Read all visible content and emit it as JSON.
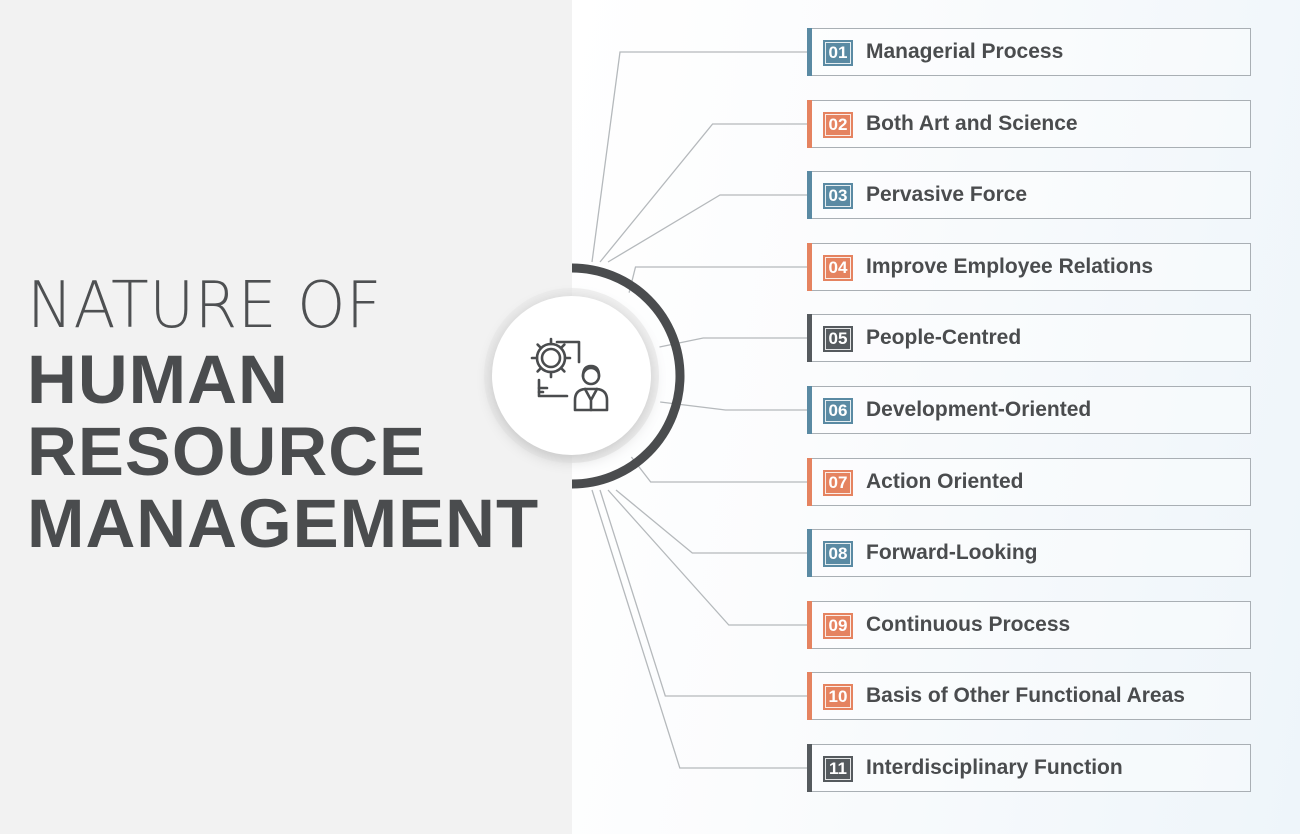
{
  "title": {
    "line1": "NATURE OF",
    "line2": "HUMAN",
    "line3": "RESOURCE",
    "line4": "MANAGEMENT"
  },
  "colors": {
    "blue": "#5a8aa3",
    "orange": "#e58360",
    "dark": "#555a5e",
    "text": "#4a4c4e",
    "left_background": "#f2f2f2",
    "ring": "#4a4c4e"
  },
  "hub": {
    "icon": "hr-management-gear-person-icon"
  },
  "items": [
    {
      "num": "01",
      "label": "Managerial Process",
      "color": "blue"
    },
    {
      "num": "02",
      "label": "Both Art and Science",
      "color": "orange"
    },
    {
      "num": "03",
      "label": "Pervasive Force",
      "color": "blue"
    },
    {
      "num": "04",
      "label": "Improve Employee Relations",
      "color": "orange"
    },
    {
      "num": "05",
      "label": "People-Centred",
      "color": "dark"
    },
    {
      "num": "06",
      "label": "Development-Oriented",
      "color": "blue"
    },
    {
      "num": "07",
      "label": "Action Oriented",
      "color": "orange"
    },
    {
      "num": "08",
      "label": "Forward-Looking",
      "color": "blue"
    },
    {
      "num": "09",
      "label": "Continuous Process",
      "color": "orange"
    },
    {
      "num": "10",
      "label": "Basis of Other Functional Areas",
      "color": "orange"
    },
    {
      "num": "11",
      "label": "Interdisciplinary Function",
      "color": "dark"
    }
  ]
}
